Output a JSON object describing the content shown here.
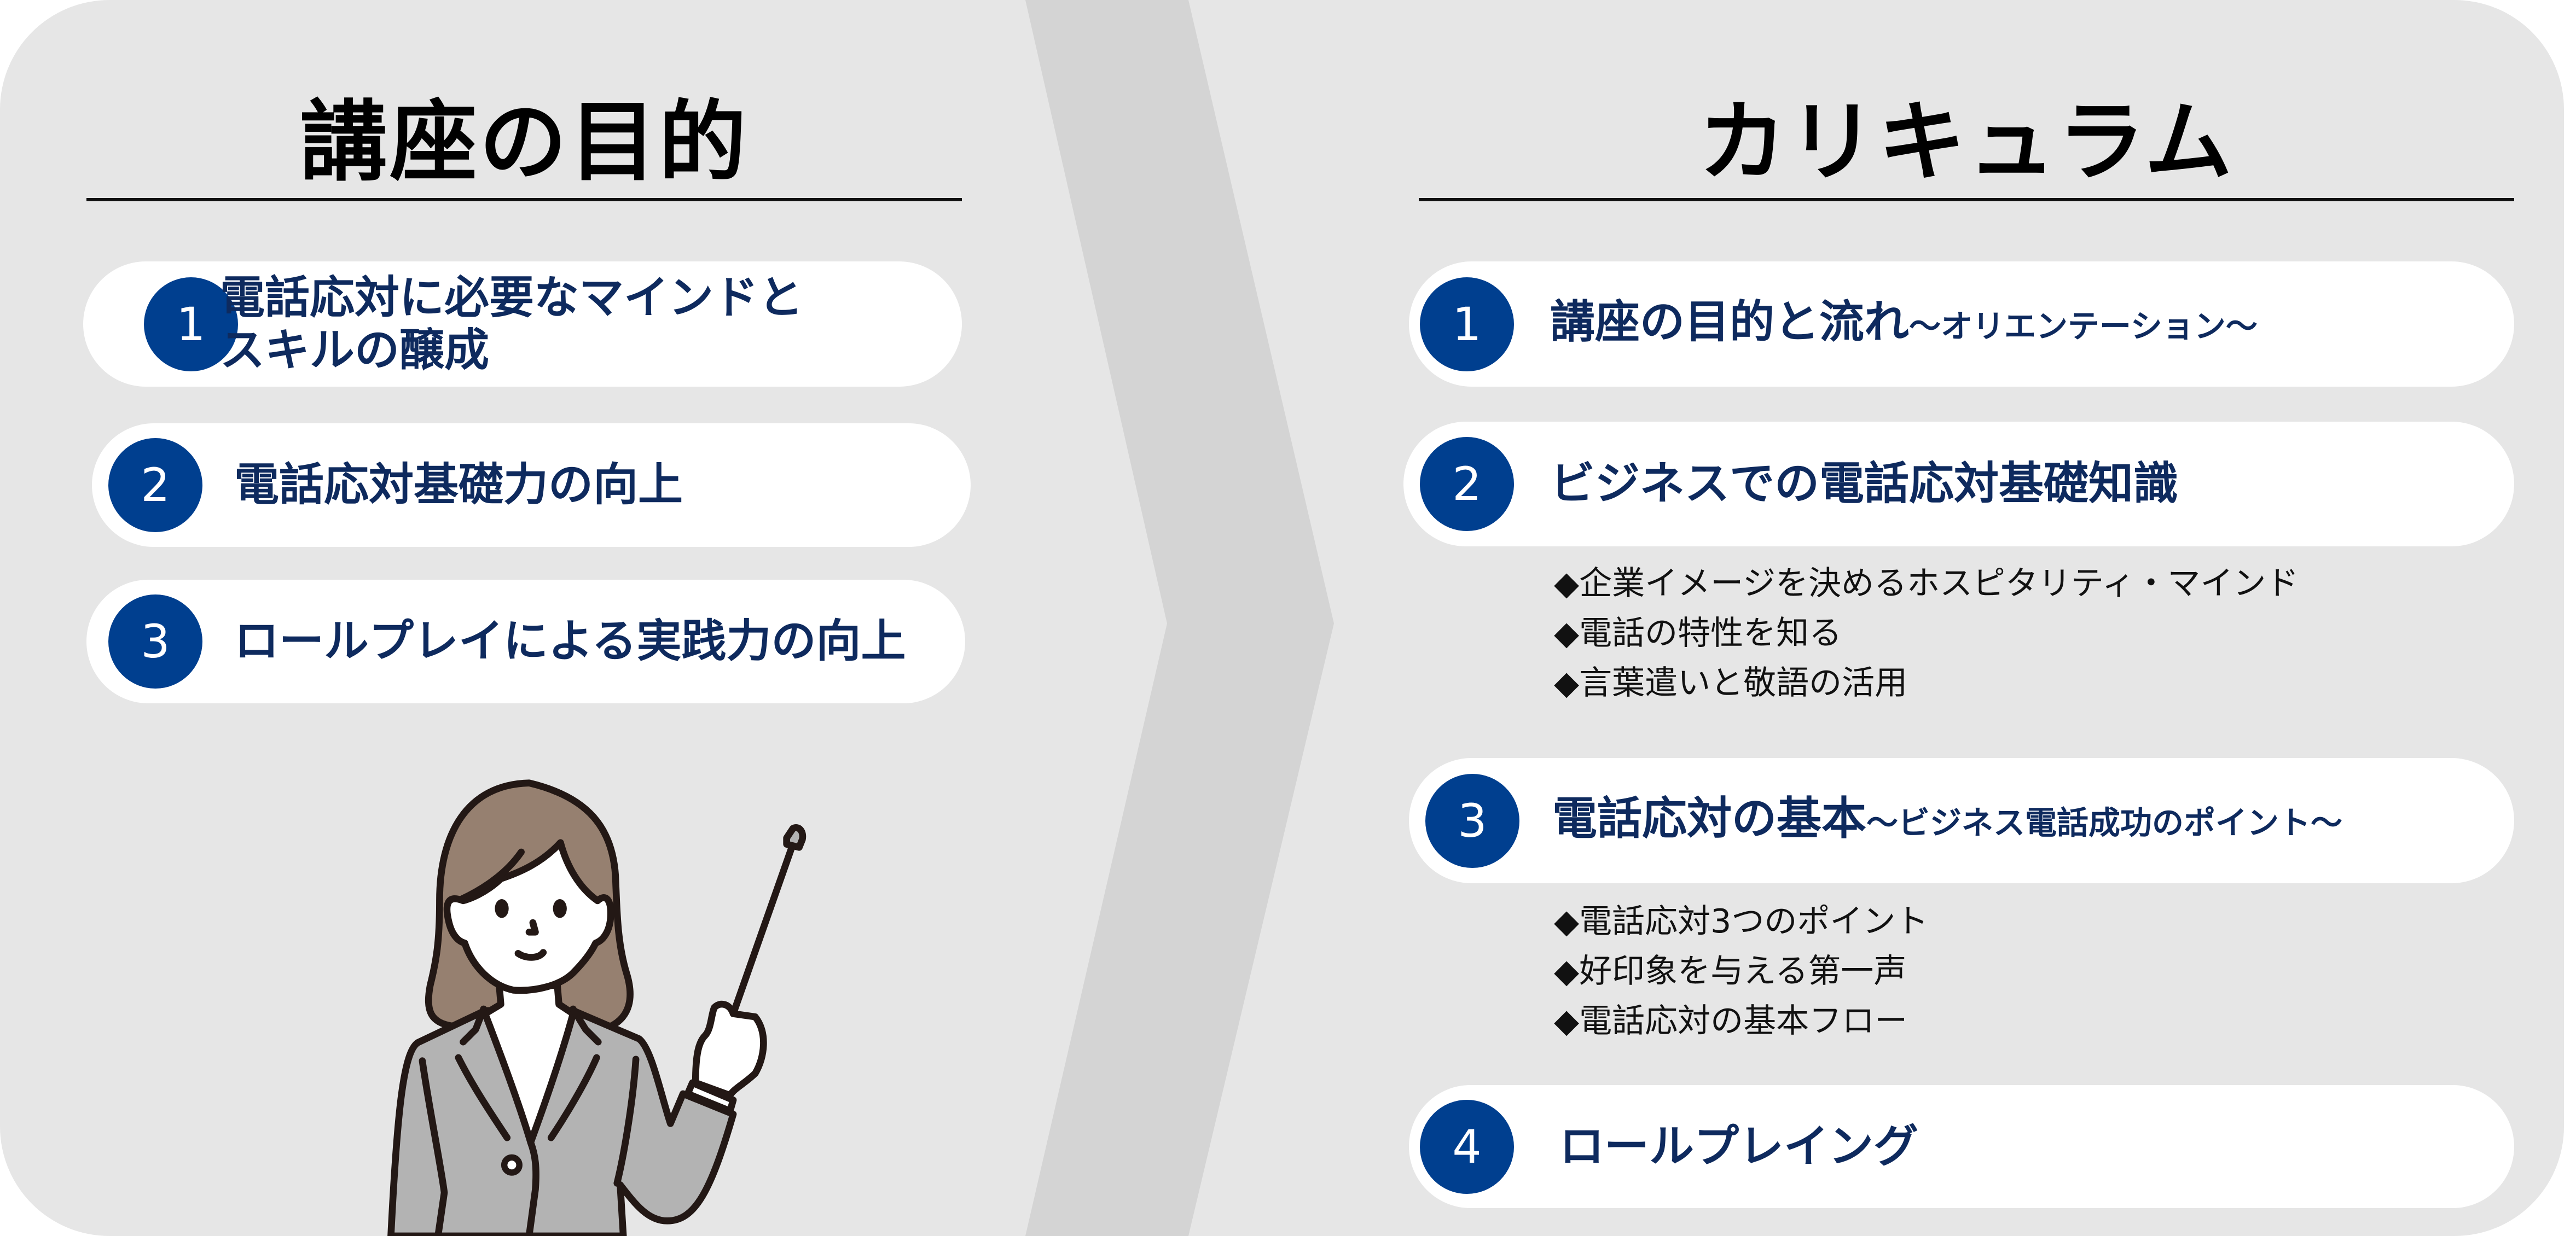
{
  "objectives": {
    "title": "講座の目的",
    "items": [
      {
        "num": "1",
        "line1": "電話応対に必要なマインドと",
        "line2": "スキルの醸成"
      },
      {
        "num": "2",
        "text": "電話応対基礎力の向上"
      },
      {
        "num": "3",
        "text": "ロールプレイによる実践力の向上"
      }
    ]
  },
  "curriculum": {
    "title": "カリキュラム",
    "items": [
      {
        "num": "1",
        "text": "講座の目的と流れ",
        "sub": "〜オリエンテーション〜"
      },
      {
        "num": "2",
        "text": "ビジネスでの電話応対基礎知識",
        "bullets": [
          "◆企業イメージを決めるホスピタリティ・マインド",
          "◆電話の特性を知る",
          "◆言葉遣いと敬語の活用"
        ]
      },
      {
        "num": "3",
        "text": "電話応対の基本",
        "sub": "〜ビジネス電話成功のポイント〜",
        "bullets": [
          "◆電話応対3つのポイント",
          "◆好印象を与える第一声",
          "◆電話応対の基本フロー"
        ]
      },
      {
        "num": "4",
        "text": "ロールプレイング"
      }
    ]
  },
  "colors": {
    "navy": "#003f8f",
    "text_navy": "#0e2a5e",
    "panel": "#e6e6e6",
    "band": "#d4d4d4"
  }
}
